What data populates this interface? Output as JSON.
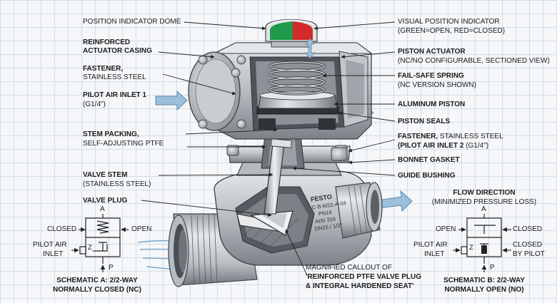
{
  "labels": {
    "position_indicator_dome": "POSITION INDICATOR DOME",
    "reinforced_1": "REINFORCED",
    "reinforced_2": "ACTUATOR CASING",
    "fastener_1_a": "FASTENER,",
    "fastener_1_b": "STAINLESS STEEL",
    "pilot_inlet_1_a": "PILOT AIR INLET 1",
    "pilot_inlet_1_b": "(G1/4\")",
    "stem_packing_a": "STEM PACKING,",
    "stem_packing_b": "SELF-ADJUSTING PTFE",
    "valve_stem_a": "VALVE STEM",
    "valve_stem_b": "(STAINLESS STEEL)",
    "valve_plug": "VALVE PLUG",
    "visual_position_a": "VISUAL POSITION INDICATOR",
    "visual_position_b": "(GREEN=OPEN, RED=CLOSED)",
    "piston_actuator_a": "PISTON ACTUATOR",
    "piston_actuator_b": "(NC/NO CONFIGURABLE, SECTIONED VIEW)",
    "fail_safe_a": "FAIL-SAFE SPRING",
    "fail_safe_b": "(NC VERSION SHOWN)",
    "aluminum_piston": "ALUMINUM PISTON",
    "piston_seals": "PISTON SEALS",
    "fastener_2_bold": "FASTENER,",
    "fastener_2_rest": " STAINLESS STEEL",
    "pilot_inlet_2_bold": "(PILOT AIR INLET 2",
    "pilot_inlet_2_rest": " (G1/4\")",
    "bonnet_gasket": "BONNET GASKET",
    "guide_bushing": "GUIDE BUSHING",
    "flow_direction_a": "FLOW DIRECTION",
    "flow_direction_b": "(MINIMIZED PRESSURE LOSS)",
    "magnified_a": "MAGNIFIED CALLOUT OF",
    "magnified_b": "'REINFORCED PTFE VALVE PLUG",
    "magnified_c": "& INTEGRAL HARDENED SEAT'"
  },
  "body_marking": [
    "FESTO",
    "C-B-M32-A-04",
    "PN16",
    "AISI 316",
    "DN15 / 1/2\""
  ],
  "schematic_a": {
    "port_a": "A",
    "closed": "CLOSED",
    "open": "OPEN",
    "pilot_1": "PILOT AIR",
    "pilot_2": "INLET",
    "port_z": "Z",
    "port_p": "P",
    "caption_1": "SCHEMATIC A: 2/2-WAY",
    "caption_2": "NORMALLY CLOSED (NC)"
  },
  "schematic_b": {
    "port_a": "A",
    "open": "OPEN",
    "closed": "CLOSED",
    "pilot_1": "PILOT AIR",
    "pilot_2": "INLET",
    "closed_by_1": "CLOSED",
    "closed_by_2": "BY PILOT",
    "port_z": "Z",
    "port_p": "P",
    "caption_1": "SCHEMATIC B: 2/2-WAY",
    "caption_2": "NORMALLY OPEN (NO)"
  },
  "colors": {
    "indicator_open": "#1f9a4a",
    "indicator_closed": "#d42a2a",
    "flow_arrow": "#8fb6d6",
    "metal_light": "#d4d7da",
    "metal_dark": "#5b6066"
  }
}
